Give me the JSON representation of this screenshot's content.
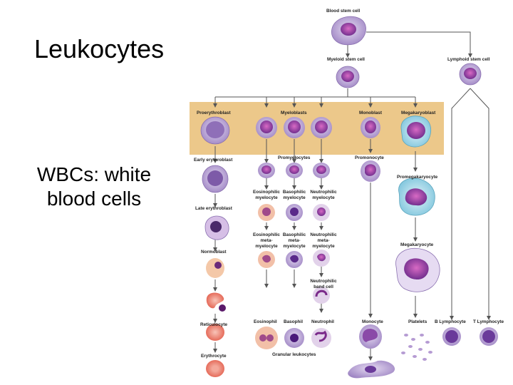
{
  "slide": {
    "title": "Leukocytes",
    "body_line1": "WBCs: white",
    "body_line2": "blood cells"
  },
  "diagram": {
    "labels": {
      "blood_stem_cell": "Blood stem cell",
      "myeloid_stem_cell": "Myeloid stem cell",
      "lymphoid_stem_cell": "Lymphoid stem cell",
      "proerythroblast": "Proerythroblast",
      "myeloblasts": "Myeloblasts",
      "monoblast": "Monoblast",
      "megakaryoblast": "Megakaryoblast",
      "early_erythroblast": "Early erythroblast",
      "promyelocytes": "Promyelocytes",
      "promonocyte": "Promonocyte",
      "promegakaryocyte": "Promegakaryocyte",
      "eosinophilic_myelocyte_1": "Eosinophilic",
      "eosinophilic_myelocyte_2": "myelocyte",
      "basophilic_myelocyte_1": "Basophilic",
      "basophilic_myelocyte_2": "myelocyte",
      "neutrophilic_myelocyte_1": "Neutrophilic",
      "neutrophilic_myelocyte_2": "myelocyte",
      "late_erythroblast": "Late erythroblast",
      "eos_meta_1": "Eosinophilic",
      "eos_meta_2": "meta-",
      "eos_meta_3": "myelocyte",
      "baso_meta_1": "Basophilic",
      "baso_meta_2": "meta-",
      "baso_meta_3": "myelocyte",
      "neut_meta_1": "Neutrophilic",
      "neut_meta_2": "meta-",
      "neut_meta_3": "myelocyte",
      "normoblast": "Normoblast",
      "megakaryocyte": "Megakaryocyte",
      "neut_band_1": "Neutrophilic",
      "neut_band_2": "band cell",
      "reticulocyte": "Reticulocyte",
      "eosinophil": "Eosinophil",
      "basophil": "Basophil",
      "neutrophil": "Neutrophil",
      "monocyte": "Monocyte",
      "platelets": "Platelets",
      "b_lymphocyte": "B Lymphocyte",
      "t_lymphocyte": "T Lymphocyte",
      "erythrocyte": "Erythrocyte",
      "granular_leukocytes": "Granular leukocytes"
    },
    "colors": {
      "band": "#ecc88a",
      "purple_cell": "#b59bd3",
      "nucleus": "#7a3a9a",
      "megakaryo": "#a8d8ea",
      "red_cell": "#e86a5a",
      "arrow": "#555555"
    }
  }
}
